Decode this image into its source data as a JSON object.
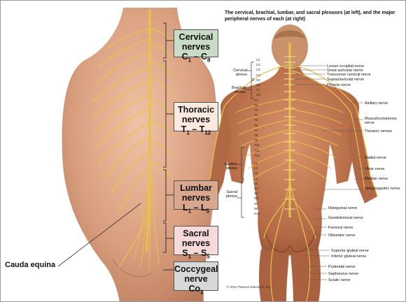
{
  "caption": "The cervical, brachial, lumbar, and sacral plexuses (at left), and the major peripheral nerves of each (at right)",
  "regions": [
    {
      "name": "Cervical",
      "line2": "nerves",
      "range_a": "C",
      "sub_a": "1",
      "dash": " – ",
      "range_b": "C",
      "sub_b": "8",
      "color": "#c8dcc6"
    },
    {
      "name": "Thoracic",
      "line2": "nerves",
      "range_a": "T",
      "sub_a": "1",
      "dash": " – ",
      "range_b": "T",
      "sub_b": "12",
      "color": "#fbe9de"
    },
    {
      "name": "Lumbar",
      "line2": "nerves",
      "range_a": "L",
      "sub_a": "1",
      "dash": " – ",
      "range_b": "L",
      "sub_b": "5",
      "color": "#d9a78e"
    },
    {
      "name": "Sacral",
      "line2": "nerves",
      "range_a": "S",
      "sub_a": "1",
      "dash": " – ",
      "range_b": "S",
      "sub_b": "5",
      "color": "#f6d9d9"
    },
    {
      "name": "Coccygeal",
      "line2": "nerve",
      "range_a": "Co",
      "sub_a": "1",
      "dash": "",
      "range_b": "",
      "sub_b": "",
      "color": "#d8d8d8"
    }
  ],
  "cauda_label": "Cauda equina",
  "plexus_labels": {
    "cervical": "Cervical plexus",
    "brachial": "Brachial plexus",
    "lumbar": "Lumbar plexus",
    "sacral": "Sacral plexus"
  },
  "segment_labels": [
    "C1",
    "C2",
    "C3",
    "C4",
    "C5",
    "C6",
    "C7",
    "C8",
    "T1",
    "T2",
    "T3",
    "T4",
    "T5",
    "T6",
    "T7",
    "T8",
    "T9",
    "T10",
    "T11",
    "T12",
    "L1",
    "L2",
    "L3",
    "L4",
    "L5",
    "S1",
    "S2",
    "S3",
    "S4",
    "S5",
    "Co1"
  ],
  "nerve_labels": [
    "Lesser occipital nerve",
    "Great auricular nerve",
    "Transverse cervical nerve",
    "Supraclavicular nerve",
    "Phrenic nerve",
    "Axillary nerve",
    "Musculocutaneous nerve",
    "Thoracic nerves",
    "Radial nerve",
    "Ulnar nerve",
    "Median nerve",
    "Iliohypogastric nerve",
    "Ilioinguinal nerve",
    "Genitofemoral nerve",
    "Femoral nerve",
    "Obturator nerve",
    "Superior gluteal nerve",
    "Inferior gluteal nerve",
    "Pudendal nerve",
    "Saphenous nerve",
    "Sciatic nerve"
  ],
  "copyright": "© 2011 Pearson Education, Inc.",
  "colors": {
    "nerve": "#e8c24a",
    "skin": "#d9a080",
    "skin_dark": "#b77356",
    "border": "#555555"
  }
}
